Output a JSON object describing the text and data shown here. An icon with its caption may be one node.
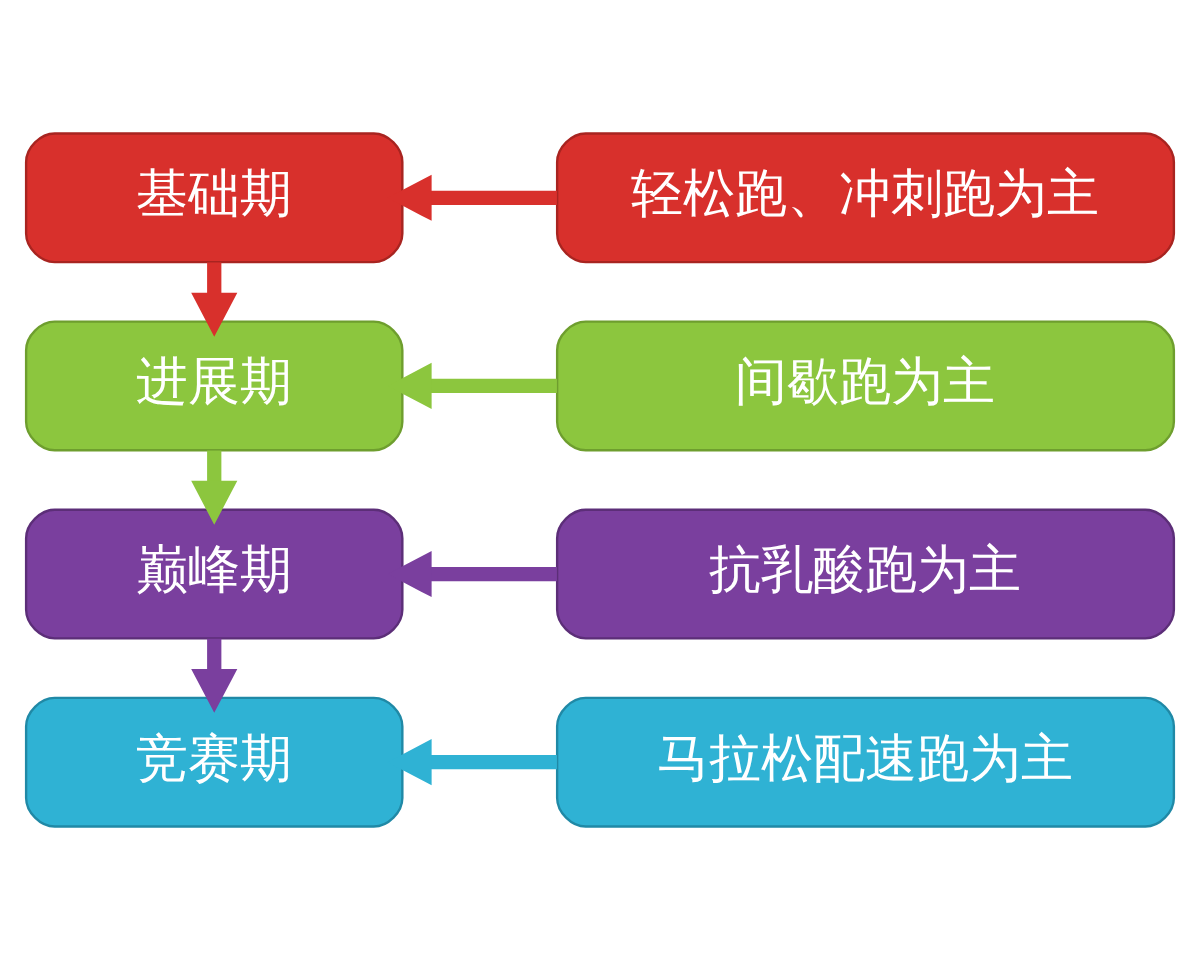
{
  "diagram": {
    "nodes": [
      {
        "text": [
          "基础期"
        ]
      },
      {
        "text": [
          "轻松跑、冲刺跑为主"
        ]
      },
      {
        "text": [
          "进展期"
        ]
      },
      {
        "text": [
          "间歇跑为主"
        ]
      },
      {
        "text": [
          "巅峰期"
        ]
      },
      {
        "text": [
          "抗乳酸跑为主"
        ]
      },
      {
        "text": [
          "竞赛期"
        ]
      },
      {
        "text": [
          "马拉松配速跑为主"
        ]
      }
    ],
    "edges": [
      {
        "from": 1,
        "to": 0,
        "arrow": "to",
        "color": "#d8302c"
      },
      {
        "from": 0,
        "to": 2,
        "arrow": "to",
        "color": "#d8302c"
      },
      {
        "from": 3,
        "to": 2,
        "arrow": "to",
        "color": "#8cc63e"
      },
      {
        "from": 2,
        "to": 4,
        "arrow": "to",
        "color": "#8cc63e"
      },
      {
        "from": 5,
        "to": 4,
        "arrow": "to",
        "color": "#7a3f9e"
      },
      {
        "from": 4,
        "to": 6,
        "arrow": "to",
        "color": "#7a3f9e"
      },
      {
        "from": 7,
        "to": 6,
        "arrow": "to",
        "color": "#2fb2d4"
      }
    ]
  }
}
